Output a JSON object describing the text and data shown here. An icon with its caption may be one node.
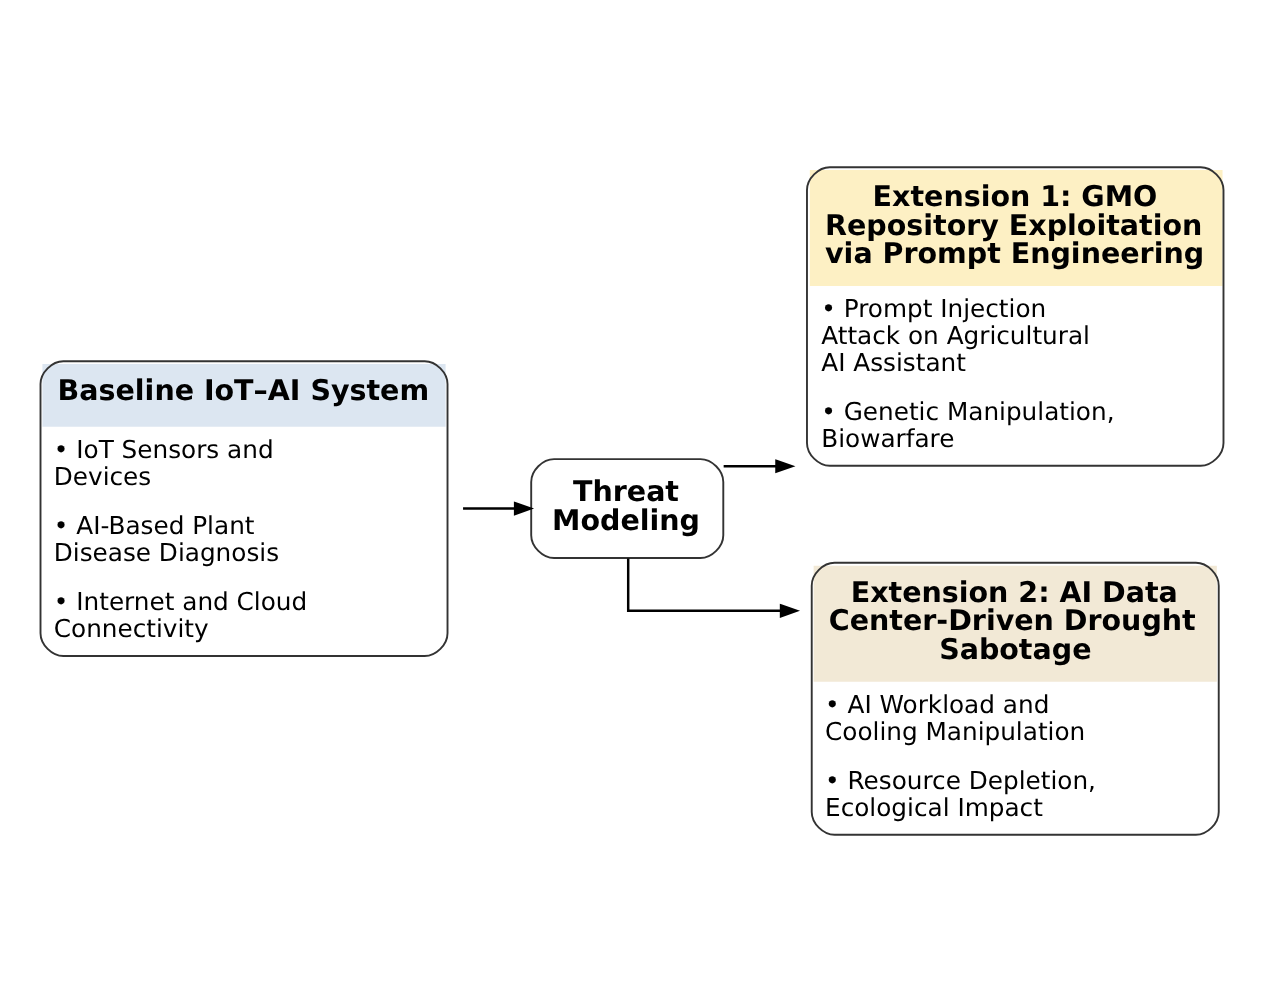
{
  "diagram": {
    "nodes": [
      {
        "text": [
          "Baseline IoT–AI System",
          "• IoT Sensors and Devices",
          "• AI-Based Plant Disease Diagnosis",
          "• Internet and Cloud Connectivity"
        ]
      },
      {
        "text": [
          "Threat Modeling"
        ]
      },
      {
        "text": [
          "Extension 1: GMO Repository Exploitation via Prompt Engineering",
          "• Prompt Injection Attack on Agricultural AI Assistant",
          "• Genetic Manipulation, Biowarfare"
        ]
      },
      {
        "text": [
          "Extension 2: AI Data Center-Driven Drought Sabotage",
          "• AI Workload and Cooling Manipulation",
          "• Resource Depletion, Ecological Impact"
        ]
      }
    ],
    "edges": [
      {
        "from": 0,
        "to": 1,
        "arrow": "to"
      },
      {
        "from": 1,
        "to": 2,
        "arrow": "to"
      },
      {
        "from": 1,
        "to": 3,
        "arrow": "to"
      }
    ]
  }
}
